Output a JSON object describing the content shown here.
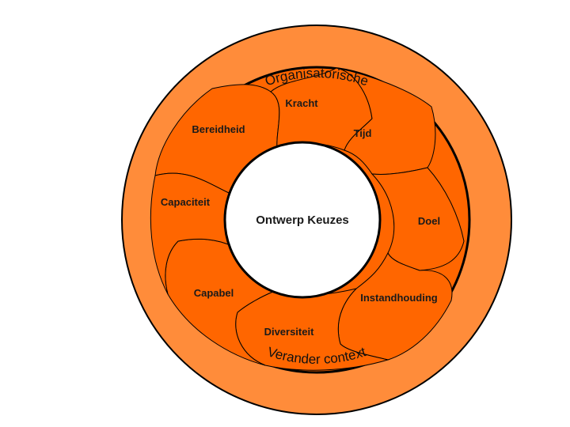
{
  "diagram": {
    "outer_ring": {
      "top_label": "Organisatorische",
      "bottom_label": "Verander context"
    },
    "center_label": "Ontwerp Keuzes",
    "segments": [
      "Kracht",
      "Tijd",
      "Doel",
      "Instandhouding",
      "Diversiteit",
      "Capabel",
      "Capaciteit",
      "Bereidheid"
    ],
    "colors": {
      "outer_ring": "#FF8C3A",
      "segment_fill": "#FF6600",
      "center_fill": "#FFFFFF",
      "outline": "#000000"
    }
  }
}
